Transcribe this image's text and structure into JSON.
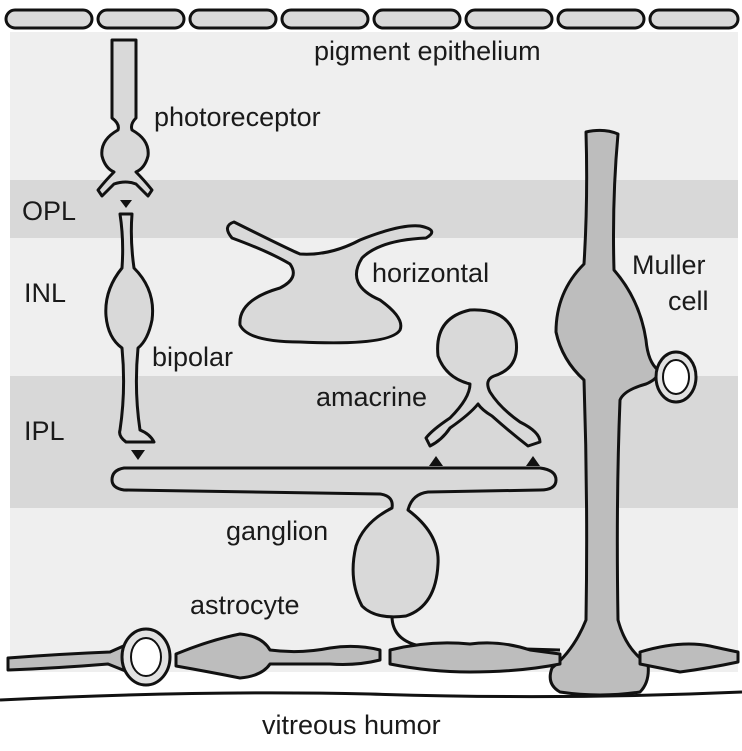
{
  "labels": {
    "pigment_epithelium": "pigment epithelium",
    "photoreceptor": "photoreceptor",
    "opl": "OPL",
    "inl": "INL",
    "ipl": "IPL",
    "horizontal": "horizontal",
    "muller": "Muller",
    "muller_cell": "cell",
    "bipolar": "bipolar",
    "amacrine": "amacrine",
    "ganglion": "ganglion",
    "astrocyte": "astrocyte",
    "vitreous_humor": "vitreous humor"
  },
  "colors": {
    "retina_background": "#efefef",
    "plexiform_band": "#d8d8d8",
    "cell_fill": "#d9d9d9",
    "glia_fill": "#bdbdbd",
    "outline": "#111111"
  }
}
